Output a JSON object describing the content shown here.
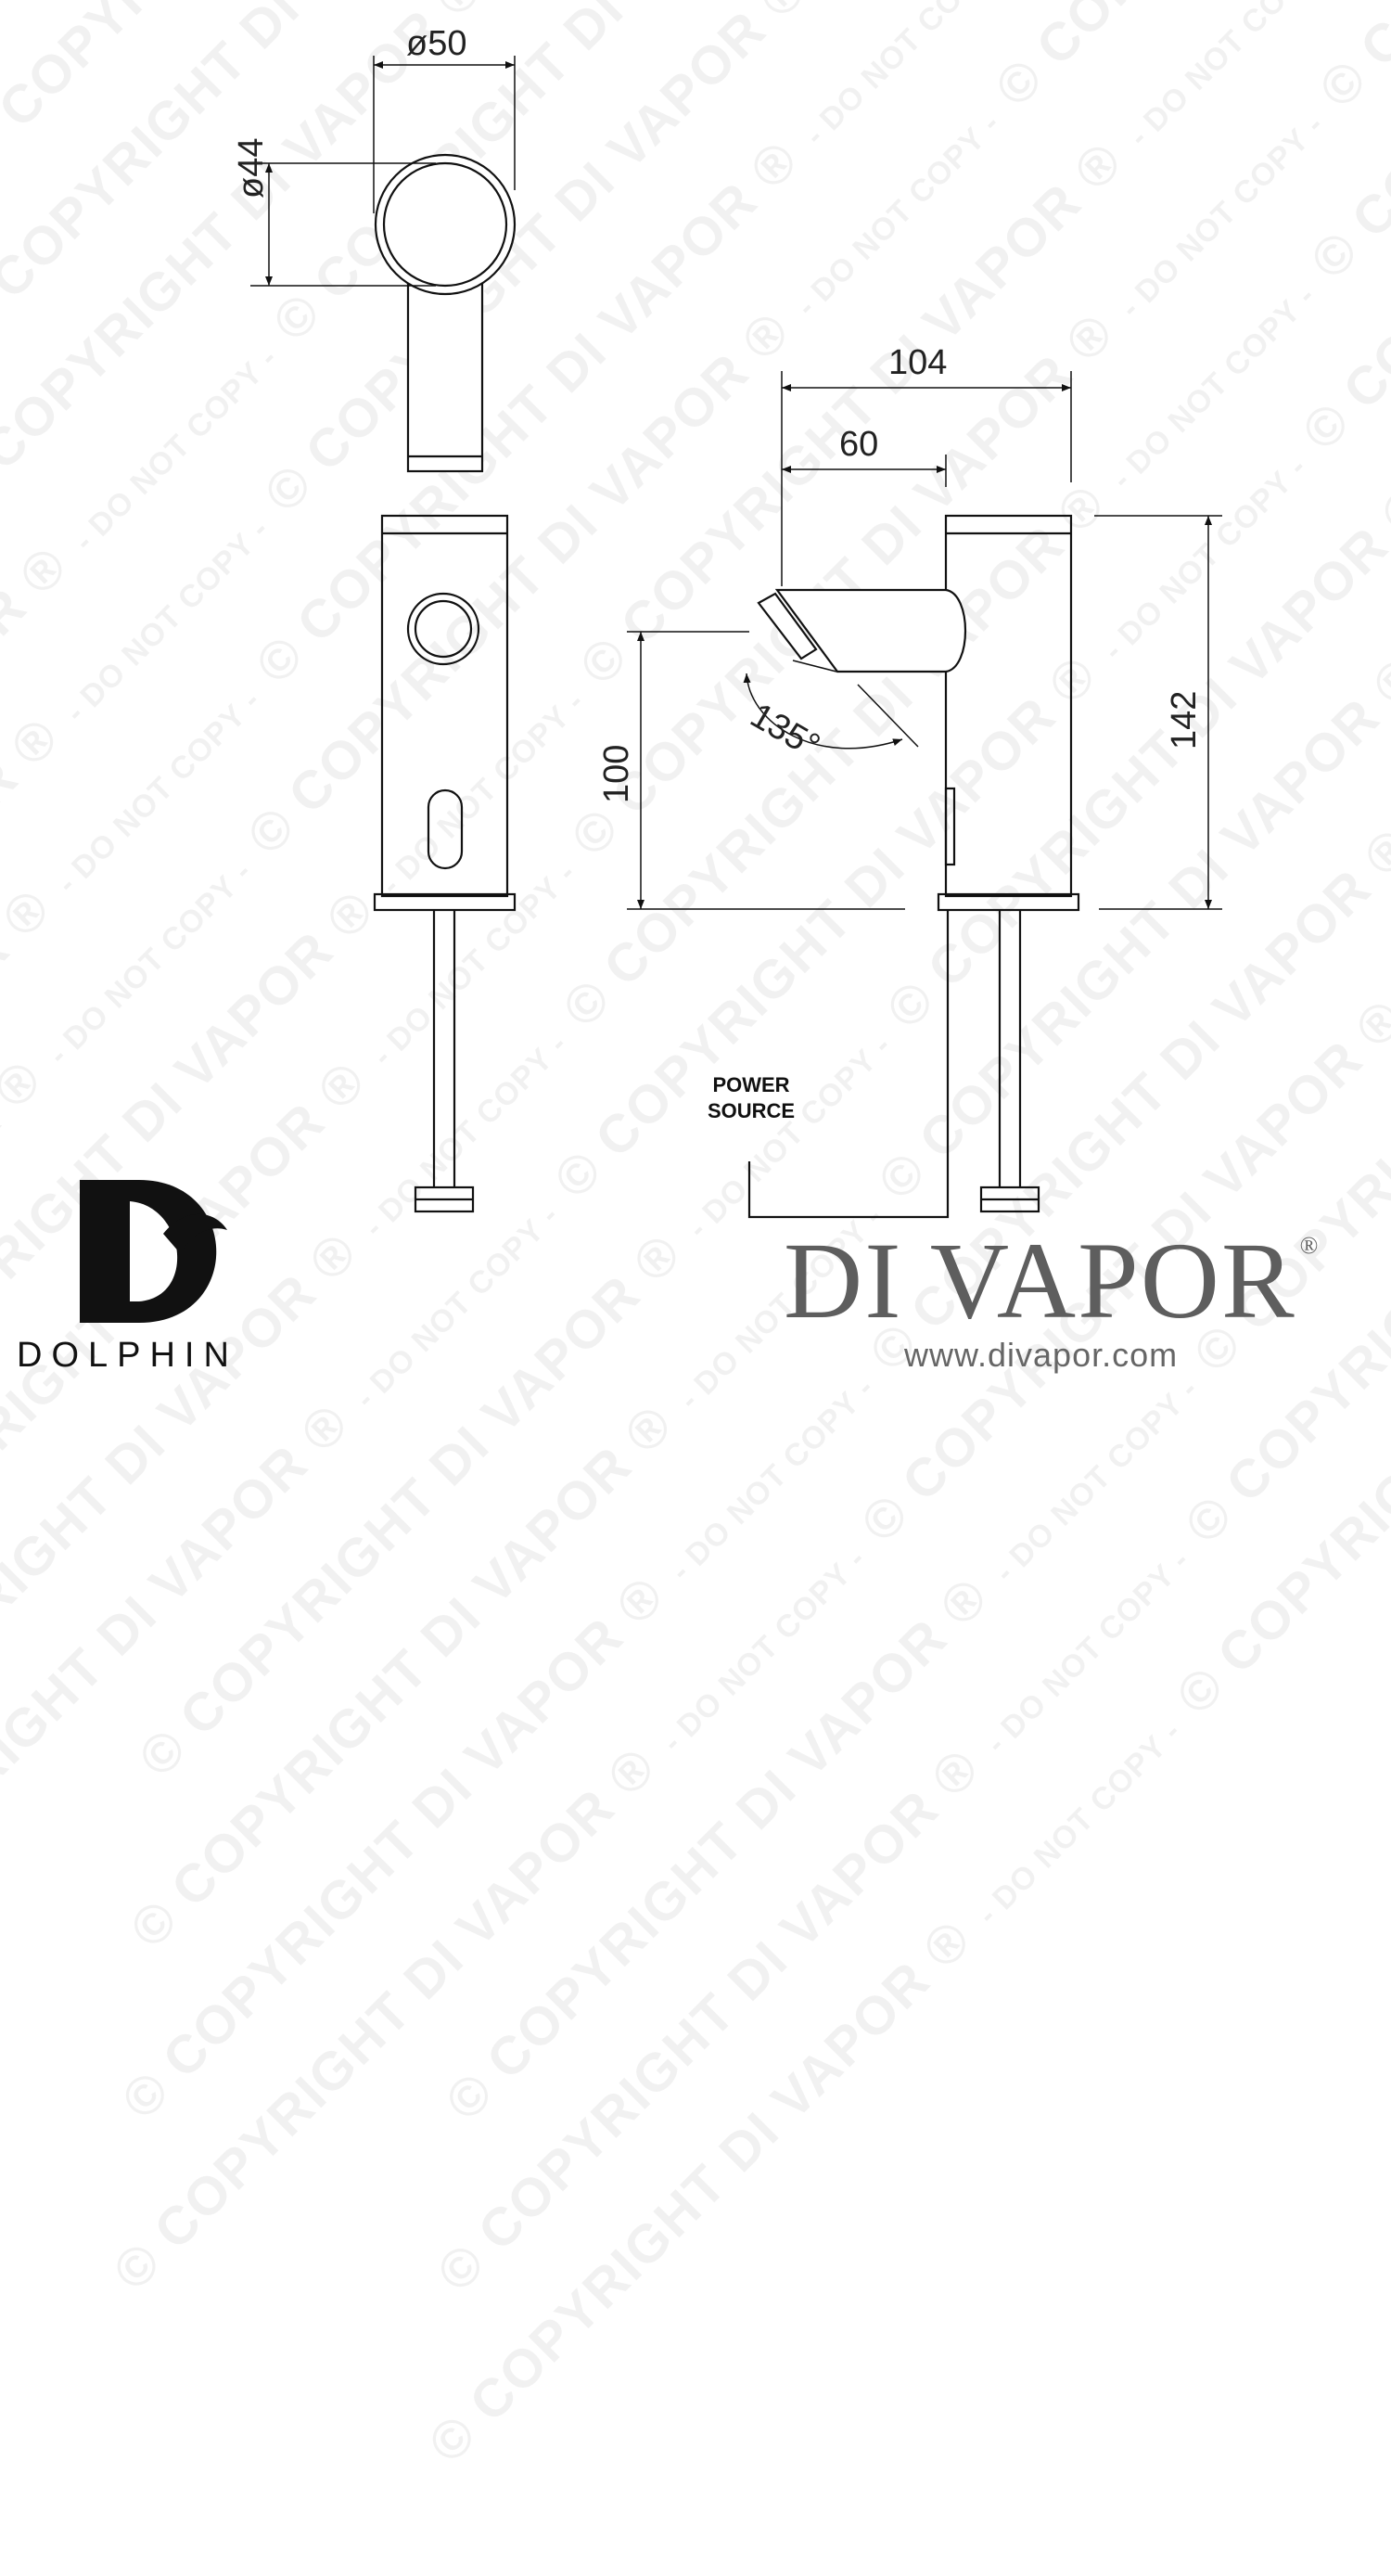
{
  "watermark": {
    "primary": "© COPYRIGHT DI VAPOR ®",
    "secondary": "- DO NOT COPY -"
  },
  "diagram": {
    "top_view": {
      "dim_outer": "ø50",
      "dim_inner": "ø44"
    },
    "side_view": {
      "dim_depth": "104",
      "dim_spout": "60",
      "dim_height_total": "142",
      "dim_height_spout": "100",
      "spout_angle": "135°"
    },
    "power_source": {
      "line1": "POWER",
      "line2": "SOURCE"
    }
  },
  "brand": {
    "dolphin": {
      "mark": "D",
      "wordmark": "DOLPHIN"
    },
    "divapor": {
      "name": "DI VAPOR",
      "registered": "®",
      "url": "www.divapor.com"
    }
  }
}
